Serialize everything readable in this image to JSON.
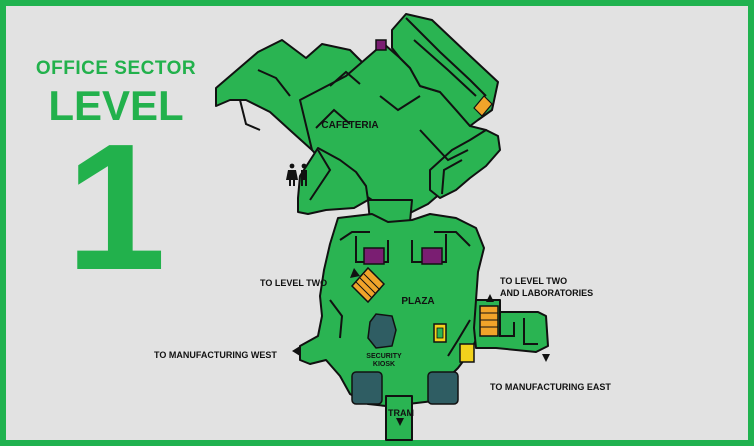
{
  "title": {
    "sector": "OFFICE SECTOR",
    "level": "LEVEL",
    "number": "1"
  },
  "labels": {
    "cafeteria": "CAFETERIA",
    "plaza": "PLAZA",
    "security_line1": "SECURITY",
    "security_line2": "KIOSK",
    "tram": "TRAM",
    "to_level_two": "TO LEVEL TWO",
    "to_level_two_labs_line1": "TO LEVEL TWO",
    "to_level_two_labs_line2": "AND LABORATORIES",
    "to_manufacturing_west": "TO MANUFACTURING WEST",
    "to_manufacturing_east": "TO MANUFACTURING EAST"
  },
  "icons": [
    "restroom-icon",
    "elevator-icon",
    "stairs-icon",
    "arrow-left-icon",
    "arrow-right-icon",
    "arrow-down-icon",
    "arrow-up-icon"
  ],
  "colors": {
    "border": "#20b24f",
    "background": "#e2e2e2",
    "floor": "#2ab452",
    "outline": "#111111",
    "stairs": "#f0a42a",
    "purple": "#7a1e72",
    "kiosk": "#2f5d63",
    "yellow": "#f2d21c"
  }
}
